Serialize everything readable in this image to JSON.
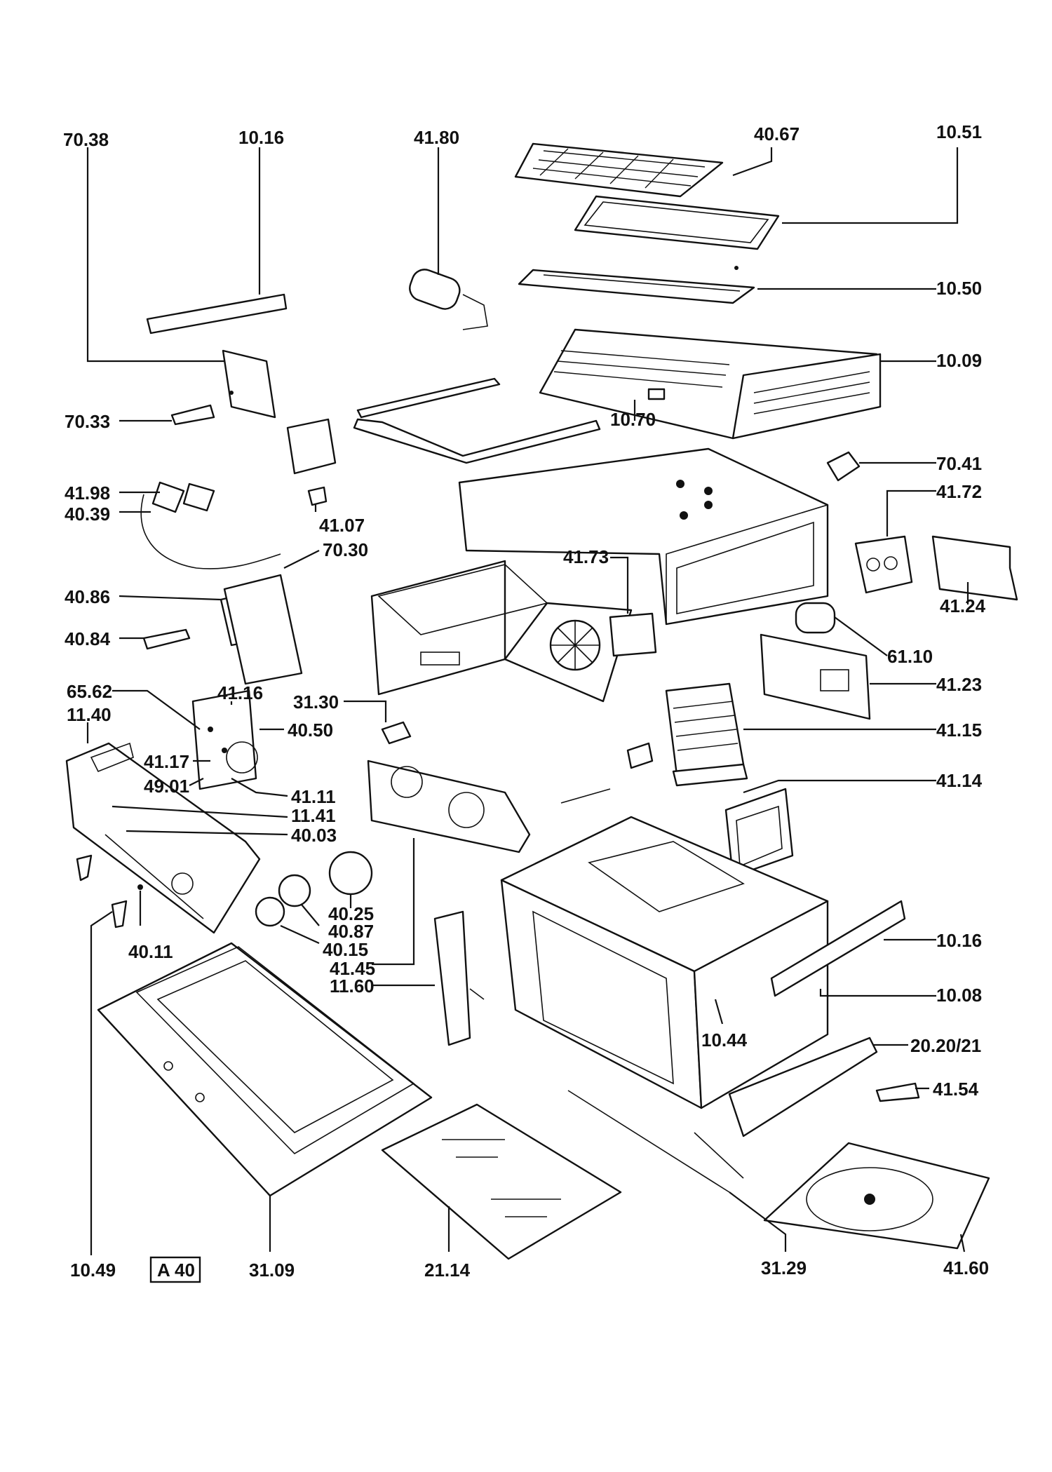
{
  "labels": {
    "l7038": "70.38",
    "l1016a": "10.16",
    "l4180": "41.80",
    "l4067": "40.67",
    "l1051": "10.51",
    "l1050": "10.50",
    "l1009": "10.09",
    "l7033": "70.33",
    "l1070": "10.70",
    "l7041": "70.41",
    "l4198": "41.98",
    "l4039": "40.39",
    "l4107": "41.07",
    "l4172": "41.72",
    "l7030": "70.30",
    "l4173": "41.73",
    "l4086": "40.86",
    "l4124": "41.24",
    "l4084": "40.84",
    "l6110": "61.10",
    "l4123": "41.23",
    "l6562": "65.62",
    "l4116": "41.16",
    "l3130": "31.30",
    "l1140": "11.40",
    "l4050": "40.50",
    "l4115": "41.15",
    "l4117": "41.17",
    "l4901": "49.01",
    "l4111": "41.11",
    "l4114": "41.14",
    "l1141": "11.41",
    "l4003": "40.03",
    "l4025": "40.25",
    "l4087": "40.87",
    "l4015": "40.15",
    "l4011": "40.11",
    "l4145": "41.45",
    "l1160": "11.60",
    "l1016b": "10.16",
    "l1008": "10.08",
    "l1044": "10.44",
    "l2020": "20.20/21",
    "l4154": "41.54",
    "l1049": "10.49",
    "l3109": "31.09",
    "l2114": "21.14",
    "l3129": "31.29",
    "l4160": "41.60"
  },
  "sheet_id": "A 40"
}
